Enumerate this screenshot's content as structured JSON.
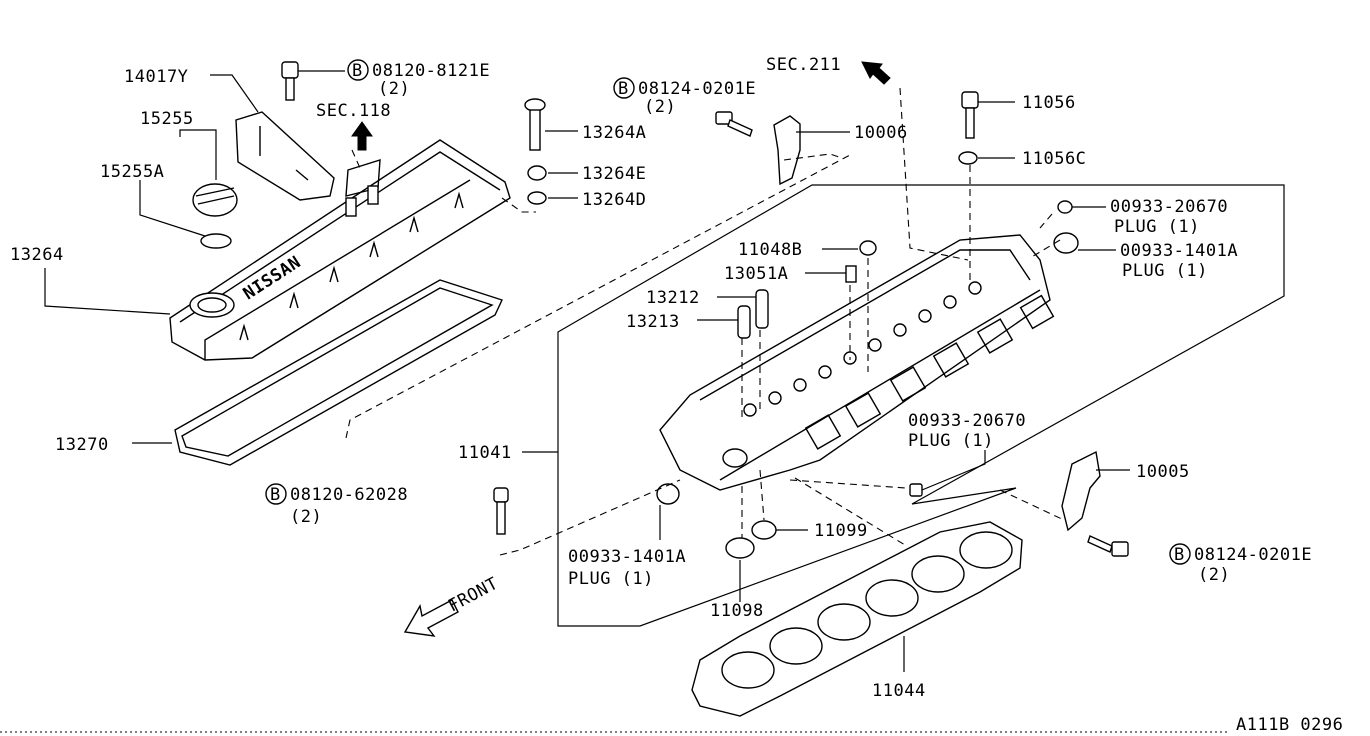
{
  "labels": {
    "p14017Y": "14017Y",
    "p15255": "15255",
    "p15255A": "15255A",
    "p13264": "13264",
    "p13270": "13270",
    "bolt_08120_8121E": "08120-8121E",
    "bolt_08120_8121E_qty": "(2)",
    "sec118": "SEC.118",
    "p13264A": "13264A",
    "p13264E": "13264E",
    "p13264D": "13264D",
    "bolt_08124_0201E_top": "08124-0201E",
    "bolt_08124_0201E_top_qty": "(2)",
    "sec211": "SEC.211",
    "p10006": "10006",
    "p11056": "11056",
    "p11056C": "11056C",
    "plug_00933_20670_top": "00933-20670",
    "plug_00933_20670_top_desc": "PLUG (1)",
    "plug_00933_1401A_top": "00933-1401A",
    "plug_00933_1401A_top_desc": "PLUG (1)",
    "p11048B": "11048B",
    "p13051A": "13051A",
    "p13212": "13212",
    "p13213": "13213",
    "p11041": "11041",
    "plug_00933_20670_mid": "00933-20670",
    "plug_00933_20670_mid_desc": "PLUG (1)",
    "bolt_08120_62028": "08120-62028",
    "bolt_08120_62028_qty": "(2)",
    "plug_00933_1401A_bot": "00933-1401A",
    "plug_00933_1401A_bot_desc": "PLUG (1)",
    "p11099": "11099",
    "p11098": "11098",
    "p10005": "10005",
    "bolt_08124_0201E_right": "08124-0201E",
    "bolt_08124_0201E_right_qty": "(2)",
    "p11044": "11044",
    "front": "FRONT",
    "valve_cover_brand": "NISSAN",
    "bolt_symbol": "B",
    "figure_code": "A111B 0296"
  }
}
